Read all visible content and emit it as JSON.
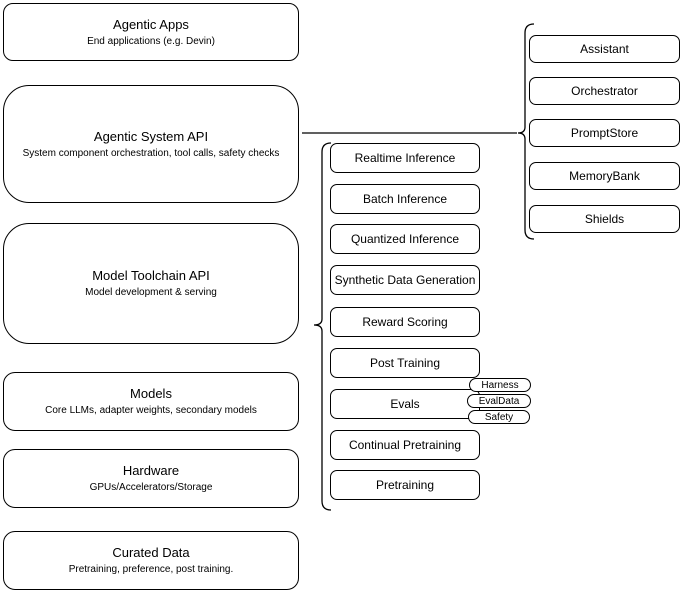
{
  "diagram": {
    "colors": {
      "border": "#000000",
      "fill": "#ffffff",
      "text": "#000000"
    },
    "layers": [
      {
        "title": "Agentic Apps",
        "subtitle": "End applications (e.g. Devin)"
      },
      {
        "title": "Agentic System API",
        "subtitle": "System component orchestration, tool calls, safety checks"
      },
      {
        "title": "Model Toolchain API",
        "subtitle": "Model development & serving"
      },
      {
        "title": "Models",
        "subtitle": "Core LLMs, adapter weights, secondary models"
      },
      {
        "title": "Hardware",
        "subtitle": "GPUs/Accelerators/Storage"
      },
      {
        "title": "Curated Data",
        "subtitle": "Pretraining, preference, post training."
      }
    ],
    "toolchain_components": [
      "Realtime Inference",
      "Batch Inference",
      "Quantized Inference",
      "Synthetic Data Generation",
      "Reward Scoring",
      "Post Training",
      "Evals",
      "Continual Pretraining",
      "Pretraining"
    ],
    "evals_tags": [
      "Harness",
      "EvalData",
      "Safety"
    ],
    "system_components": [
      "Assistant",
      "Orchestrator",
      "PromptStore",
      "MemoryBank",
      "Shields"
    ]
  }
}
